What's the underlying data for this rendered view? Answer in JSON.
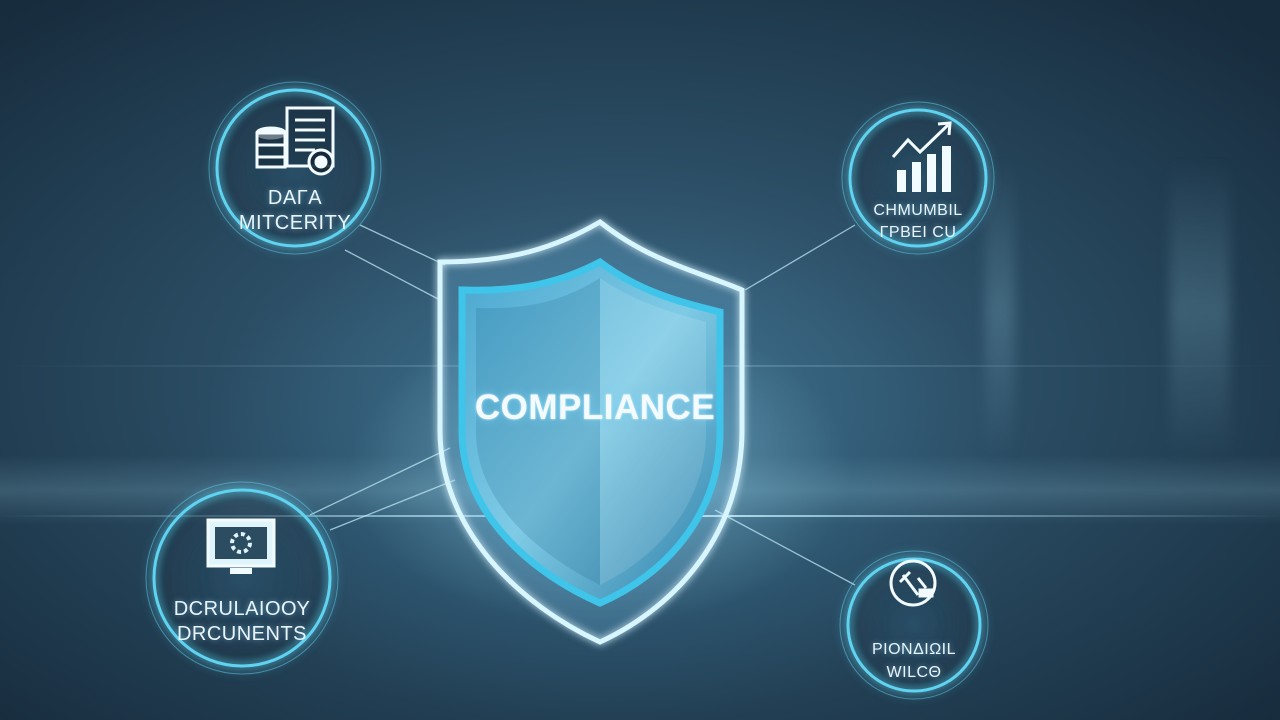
{
  "center": {
    "title": "COMPLIANCE",
    "icon": "shield-icon"
  },
  "nodes": [
    {
      "id": "data-integrity",
      "line1": "DAΓA",
      "line2": "MITCERΙTY",
      "icon": "database-document-icon"
    },
    {
      "id": "growth",
      "line1": "CΗMUMBIL",
      "line2": "ΓPBEI CU",
      "icon": "growth-chart-icon"
    },
    {
      "id": "regulatory-documents",
      "line1": "DCRULAΙΟΟΥ",
      "line2": "DRCUNENTS",
      "icon": "monitor-gear-icon"
    },
    {
      "id": "financial",
      "line1": "PΙΟΝΔΙΩΙL",
      "line2": "WΙLCΘ",
      "icon": "law-gavel-icon"
    }
  ],
  "colors": {
    "accent": "#5fd3f0",
    "glow": "#bdefff",
    "background": "#22425a"
  }
}
